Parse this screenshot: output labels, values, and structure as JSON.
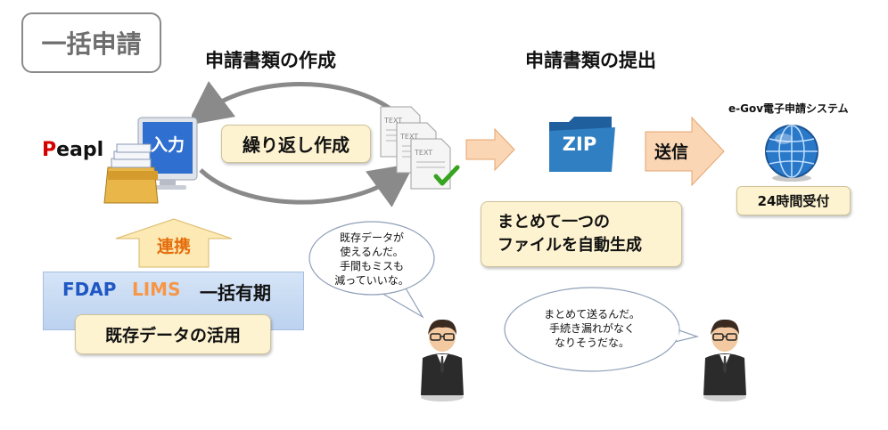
{
  "title": "一括申請",
  "headings": {
    "create": "申請書類の作成",
    "submit": "申請書類の提出"
  },
  "peapl": {
    "first_letter": "P",
    "rest": "eapl"
  },
  "input_label": "入力",
  "repeat_label": "繰り返し作成",
  "text_doc_label": "TEXT",
  "zip_label": "ZIP",
  "send_label": "送信",
  "combine_label": {
    "line1": "まとめて一つの",
    "line2": "ファイルを自動生成"
  },
  "egov": {
    "title": "e-Gov電子申請システム",
    "reception": "24時間受付"
  },
  "link_label": "連携",
  "systems": {
    "fdap": "FDAP",
    "lims": "LIMS",
    "ikkatsu": "一括有期"
  },
  "existing_data_label": "既存データの活用",
  "bubble_left": {
    "line1": "既存データが",
    "line2": "使えるんだ。",
    "line3": "手間もミスも",
    "line4": "減っていいな。"
  },
  "bubble_right": {
    "line1": "まとめて送るんだ。",
    "line2": "手続き漏れがなく",
    "line3": "なりそうだな。"
  },
  "colors": {
    "cream": "#fdf3d0",
    "arrow_fill": "#fbd6b4",
    "link_arrow_fill": "#fce9b3",
    "fdap": "#1f57c3",
    "lims": "#f79646",
    "peapl_p": "#d40000",
    "globe": "#2a78c8",
    "zip_folder": "#2f7fc2"
  }
}
